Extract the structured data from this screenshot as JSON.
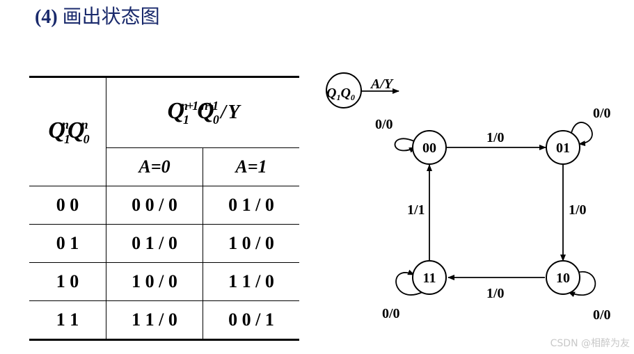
{
  "title": {
    "prefix": "(4)",
    "text": "画出状态图"
  },
  "table": {
    "current_state_header": {
      "q1": "Q",
      "q1_sup": "n",
      "q1_sub": "1",
      "q0": "Q",
      "q0_sup": "n",
      "q0_sub": "0"
    },
    "next_state_header": {
      "q1": "Q",
      "q1_sup": "n+1",
      "q1_sub": "1",
      "q0": "Q",
      "q0_sup": "n+1",
      "q0_sub": "0",
      "suffix": " / Y"
    },
    "input_headers": [
      "A=0",
      "A=1"
    ],
    "rows": [
      {
        "state": "0 0",
        "a0": "0 0 / 0",
        "a1": "0 1 / 0"
      },
      {
        "state": "0 1",
        "a0": "0 1 / 0",
        "a1": "1 0 / 0"
      },
      {
        "state": "1 0",
        "a0": "1 0 / 0",
        "a1": "1 1 / 0"
      },
      {
        "state": "1 1",
        "a0": "1 1 / 0",
        "a1": "0 0 / 1"
      }
    ]
  },
  "diagram": {
    "legend": {
      "q1": "Q",
      "q1_sub": "1",
      "q0": "Q",
      "q0_sub": "0",
      "io": "A/Y"
    },
    "states": [
      "00",
      "01",
      "10",
      "11"
    ],
    "transitions": {
      "t00_01": "1/0",
      "t01_10": "1/0",
      "t10_11": "1/0",
      "t11_00": "1/1",
      "self_00": "0/0",
      "self_01": "0/0",
      "self_10": "0/0",
      "self_11": "0/0"
    }
  },
  "watermark": "CSDN @相醉为友"
}
